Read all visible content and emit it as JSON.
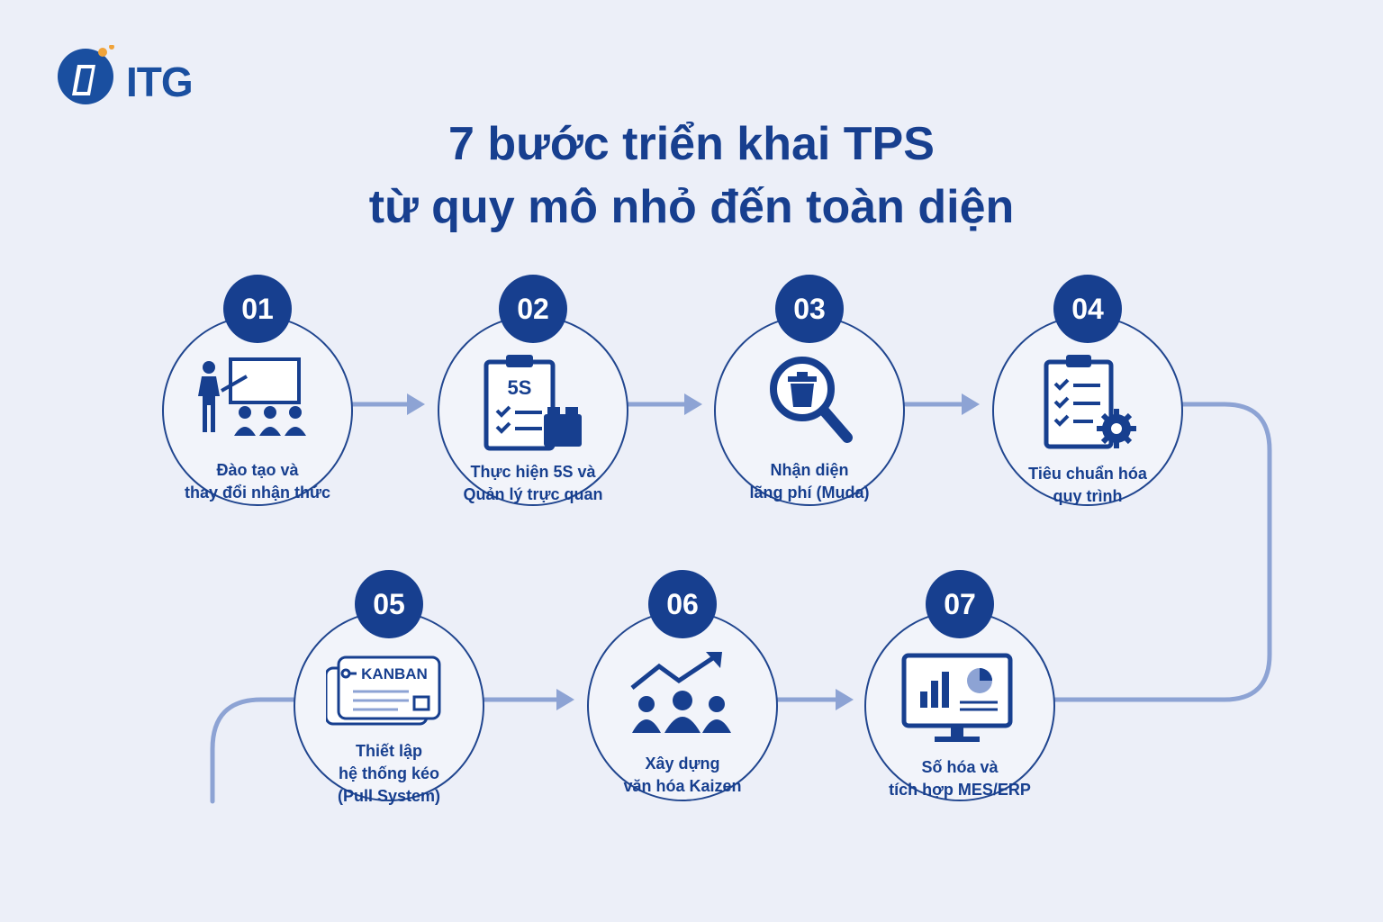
{
  "brand": {
    "name": "ITG",
    "colors": {
      "primary": "#173f8f",
      "accent": "#f0a33a",
      "connector": "#8da3d4",
      "background": "#eceff8"
    }
  },
  "title": {
    "line1": "7 bước triển khai TPS",
    "line2": "từ quy mô nhỏ đến toàn diện"
  },
  "steps": [
    {
      "number": "01",
      "icon": "presentation-training-icon",
      "lines": [
        "Đào tạo và",
        "thay đổi nhận thức"
      ]
    },
    {
      "number": "02",
      "icon": "5s-clipboard-icon",
      "icon_text": "5S",
      "lines": [
        "Thực hiện 5S và",
        "Quản lý trực quan"
      ]
    },
    {
      "number": "03",
      "icon": "magnifier-trash-icon",
      "lines": [
        "Nhận diện",
        "lãng phí (Muda)"
      ]
    },
    {
      "number": "04",
      "icon": "checklist-gear-icon",
      "lines": [
        "Tiêu chuẩn hóa",
        "quy trình"
      ]
    },
    {
      "number": "05",
      "icon": "kanban-card-icon",
      "icon_text": "KANBAN",
      "lines": [
        "Thiết lập",
        "hệ thống kéo",
        "(Pull System)"
      ]
    },
    {
      "number": "06",
      "icon": "team-growth-icon",
      "lines": [
        "Xây dựng",
        "văn hóa Kaizen"
      ]
    },
    {
      "number": "07",
      "icon": "monitor-dashboard-icon",
      "lines": [
        "Số hóa và",
        "tích hợp MES/ERP"
      ]
    }
  ]
}
